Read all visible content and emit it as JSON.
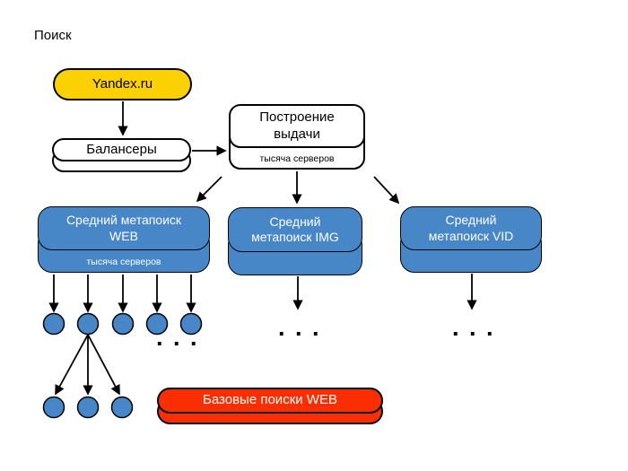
{
  "title": "Поиск",
  "colors": {
    "yellow": "#FBD103",
    "blue": "#4787C7",
    "red": "#FA2E00",
    "white": "#FFFFFF",
    "stroke": "#000000"
  },
  "nodes": {
    "yandex": {
      "label": "Yandex.ru"
    },
    "balancers": {
      "label": "Балансеры"
    },
    "serp_builder": {
      "label": "Построение\nвыдачи",
      "sublabel": "тысяча серверов"
    },
    "meta_web": {
      "label": "Средний метапоиск\nWEB",
      "sublabel": "тысяча серверов"
    },
    "meta_img": {
      "label": "Средний\nметапоиск IMG"
    },
    "meta_vid": {
      "label": "Средний\nметапоиск VID"
    },
    "base_web": {
      "label": "Базовые поиски WEB"
    }
  },
  "ellipsis": ". . ."
}
